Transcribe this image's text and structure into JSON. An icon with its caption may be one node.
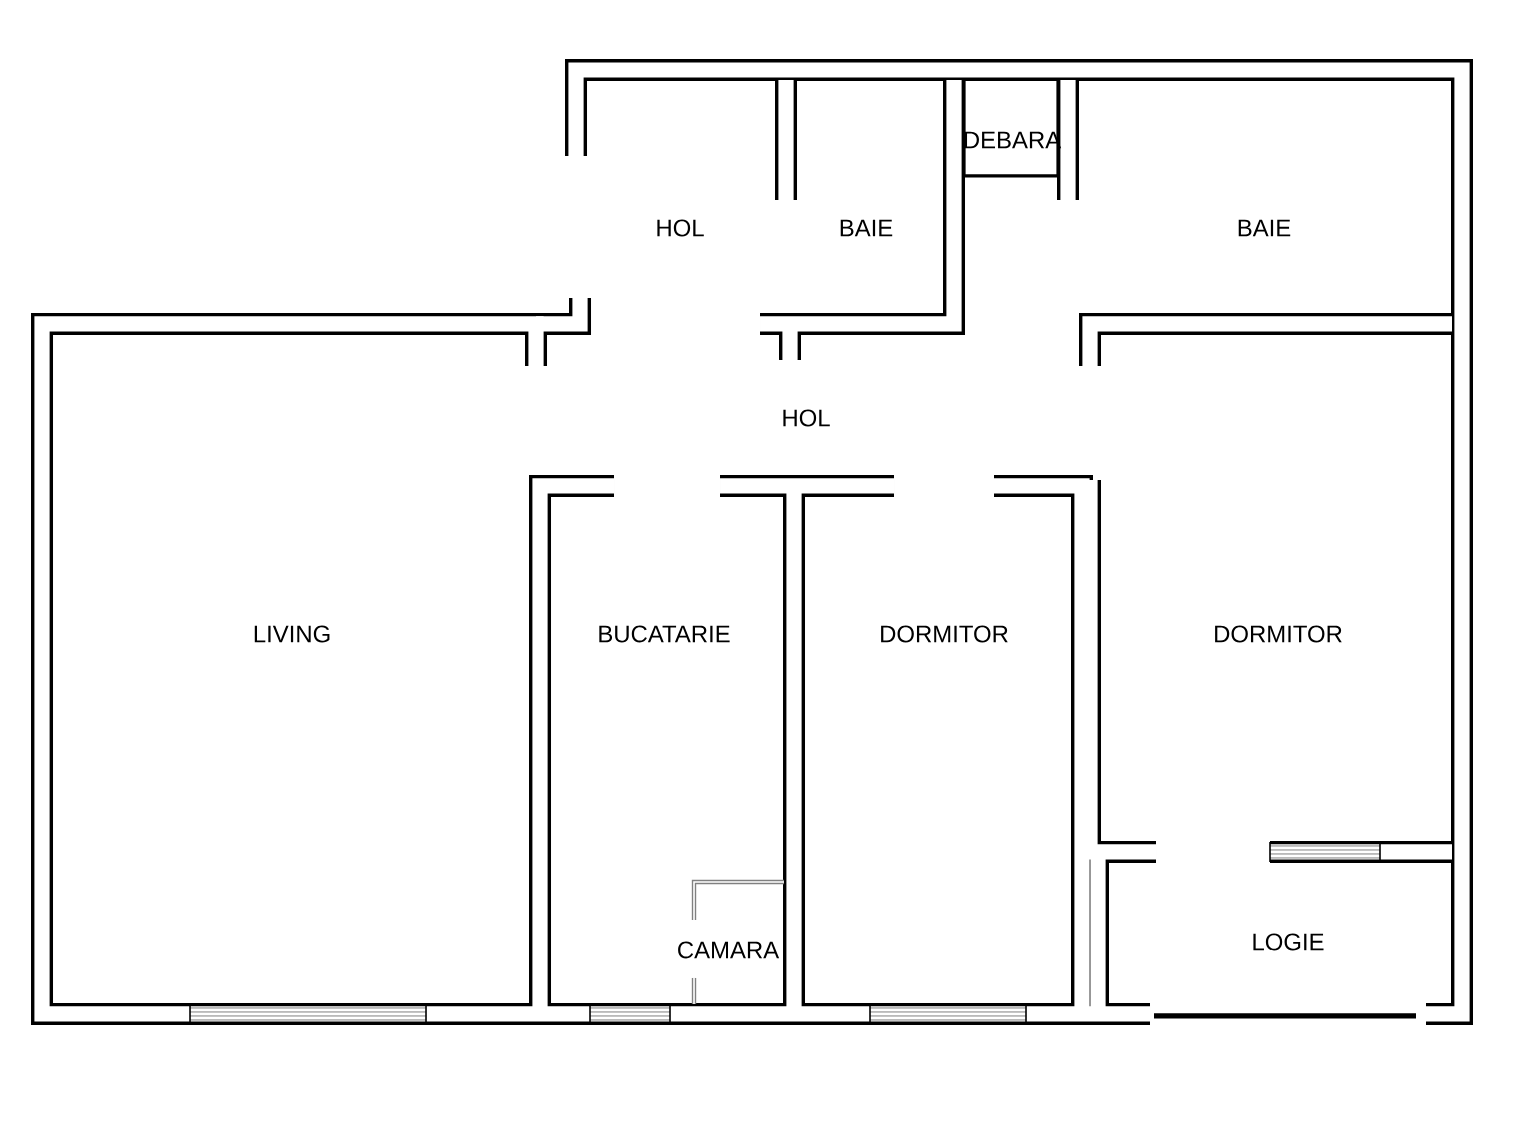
{
  "diagram": {
    "labels": [
      "HOL",
      "BAIE",
      "DEBARA",
      "BAIE",
      "HOL",
      "LIVING",
      "BUCATARIE",
      "DORMITOR",
      "DORMITOR",
      "CAMARA",
      "LOGIE"
    ]
  }
}
